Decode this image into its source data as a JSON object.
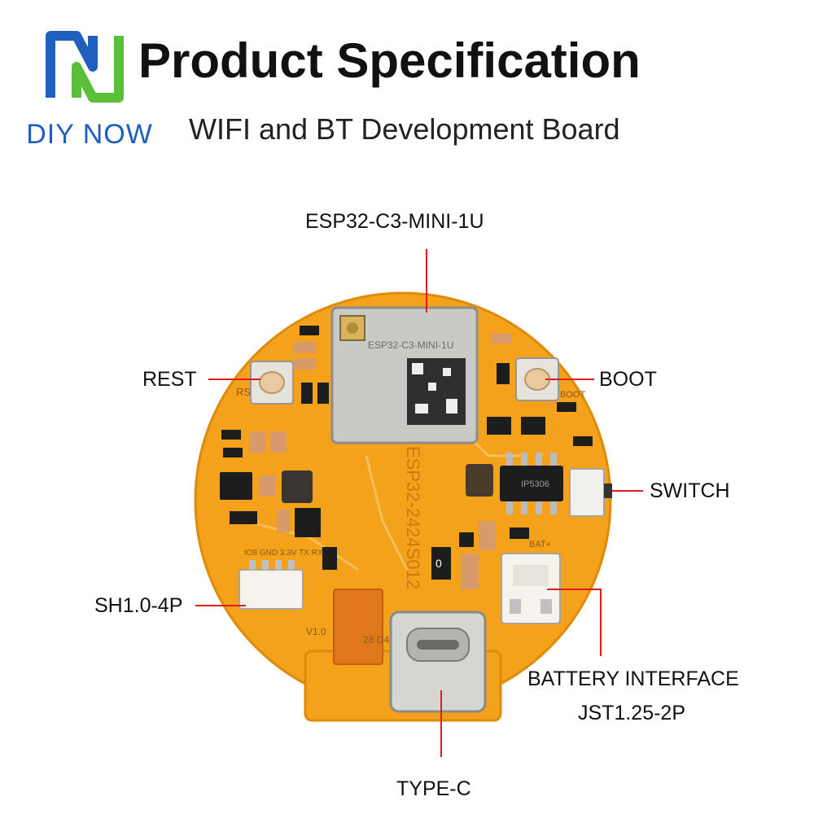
{
  "brand": {
    "name": "DIY NOW",
    "logo_icon": "diy-now-logo-icon",
    "logo_colors": [
      "#1f5fbf",
      "#5bbf3a"
    ]
  },
  "header": {
    "title": "Product Specification",
    "subtitle": "WIFI and BT Development Board"
  },
  "callouts": {
    "module": "ESP32-C3-MINI-1U",
    "rest": "REST",
    "boot": "BOOT",
    "switch": "SWITCH",
    "sh_connector": "SH1.0-4P",
    "battery_line1": "BATTERY INTERFACE",
    "battery_line2": "JST1.25-2P",
    "typec": "TYPE-C"
  },
  "board": {
    "pcb_color": "#f4a21c",
    "leader_color": "#e21b1b",
    "module_marking": "ESP32-C3-MINI-1U",
    "silk_version": "V1.0",
    "silk_batt": "BAT+",
    "silk_rs": "RS",
    "silk_boot": "BOOT",
    "silk_pins": "IO8 GND 3.3V TX RX",
    "silk_vertical": "ESP32-2424S012",
    "chip_marking": "IP5306",
    "resistor_marking": "0",
    "usb_marking": "28 D4"
  }
}
